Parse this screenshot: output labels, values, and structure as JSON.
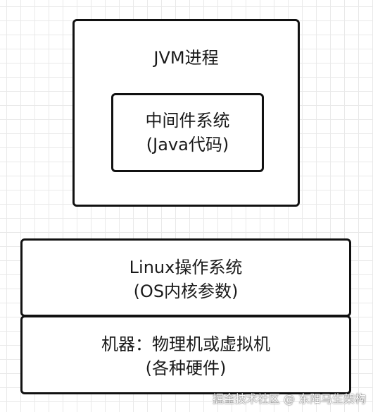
{
  "jvm_process": {
    "title": "JVM进程"
  },
  "middleware": {
    "line1": "中间件系统",
    "line2": "(Java代码)"
  },
  "linux": {
    "line1": "Linux操作系统",
    "line2": "(OS内核参数)"
  },
  "machine": {
    "line1": "机器：物理机或虚拟机",
    "line2": "(各种硬件)"
  },
  "watermark": "掘金技术社区 @ 东阳马生架构"
}
